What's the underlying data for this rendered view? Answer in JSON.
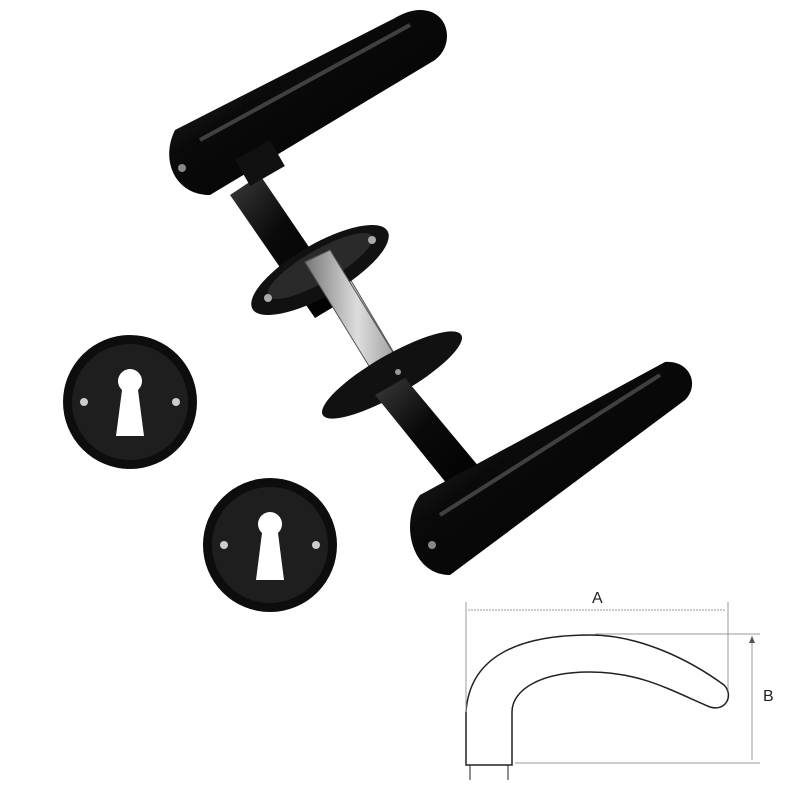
{
  "product": {
    "parts": [
      "lever-handle-upper",
      "lever-handle-lower",
      "spindle",
      "rose-upper",
      "rose-lower",
      "escutcheon-left",
      "escutcheon-right"
    ]
  },
  "diagram": {
    "dimension_a_label": "A",
    "dimension_b_label": "B"
  },
  "colors": {
    "handle": "#0a0a0a",
    "highlight": "#6a6a6a",
    "spindle": "#a8a8a8",
    "line": "#222222",
    "dim_line": "#999999"
  }
}
